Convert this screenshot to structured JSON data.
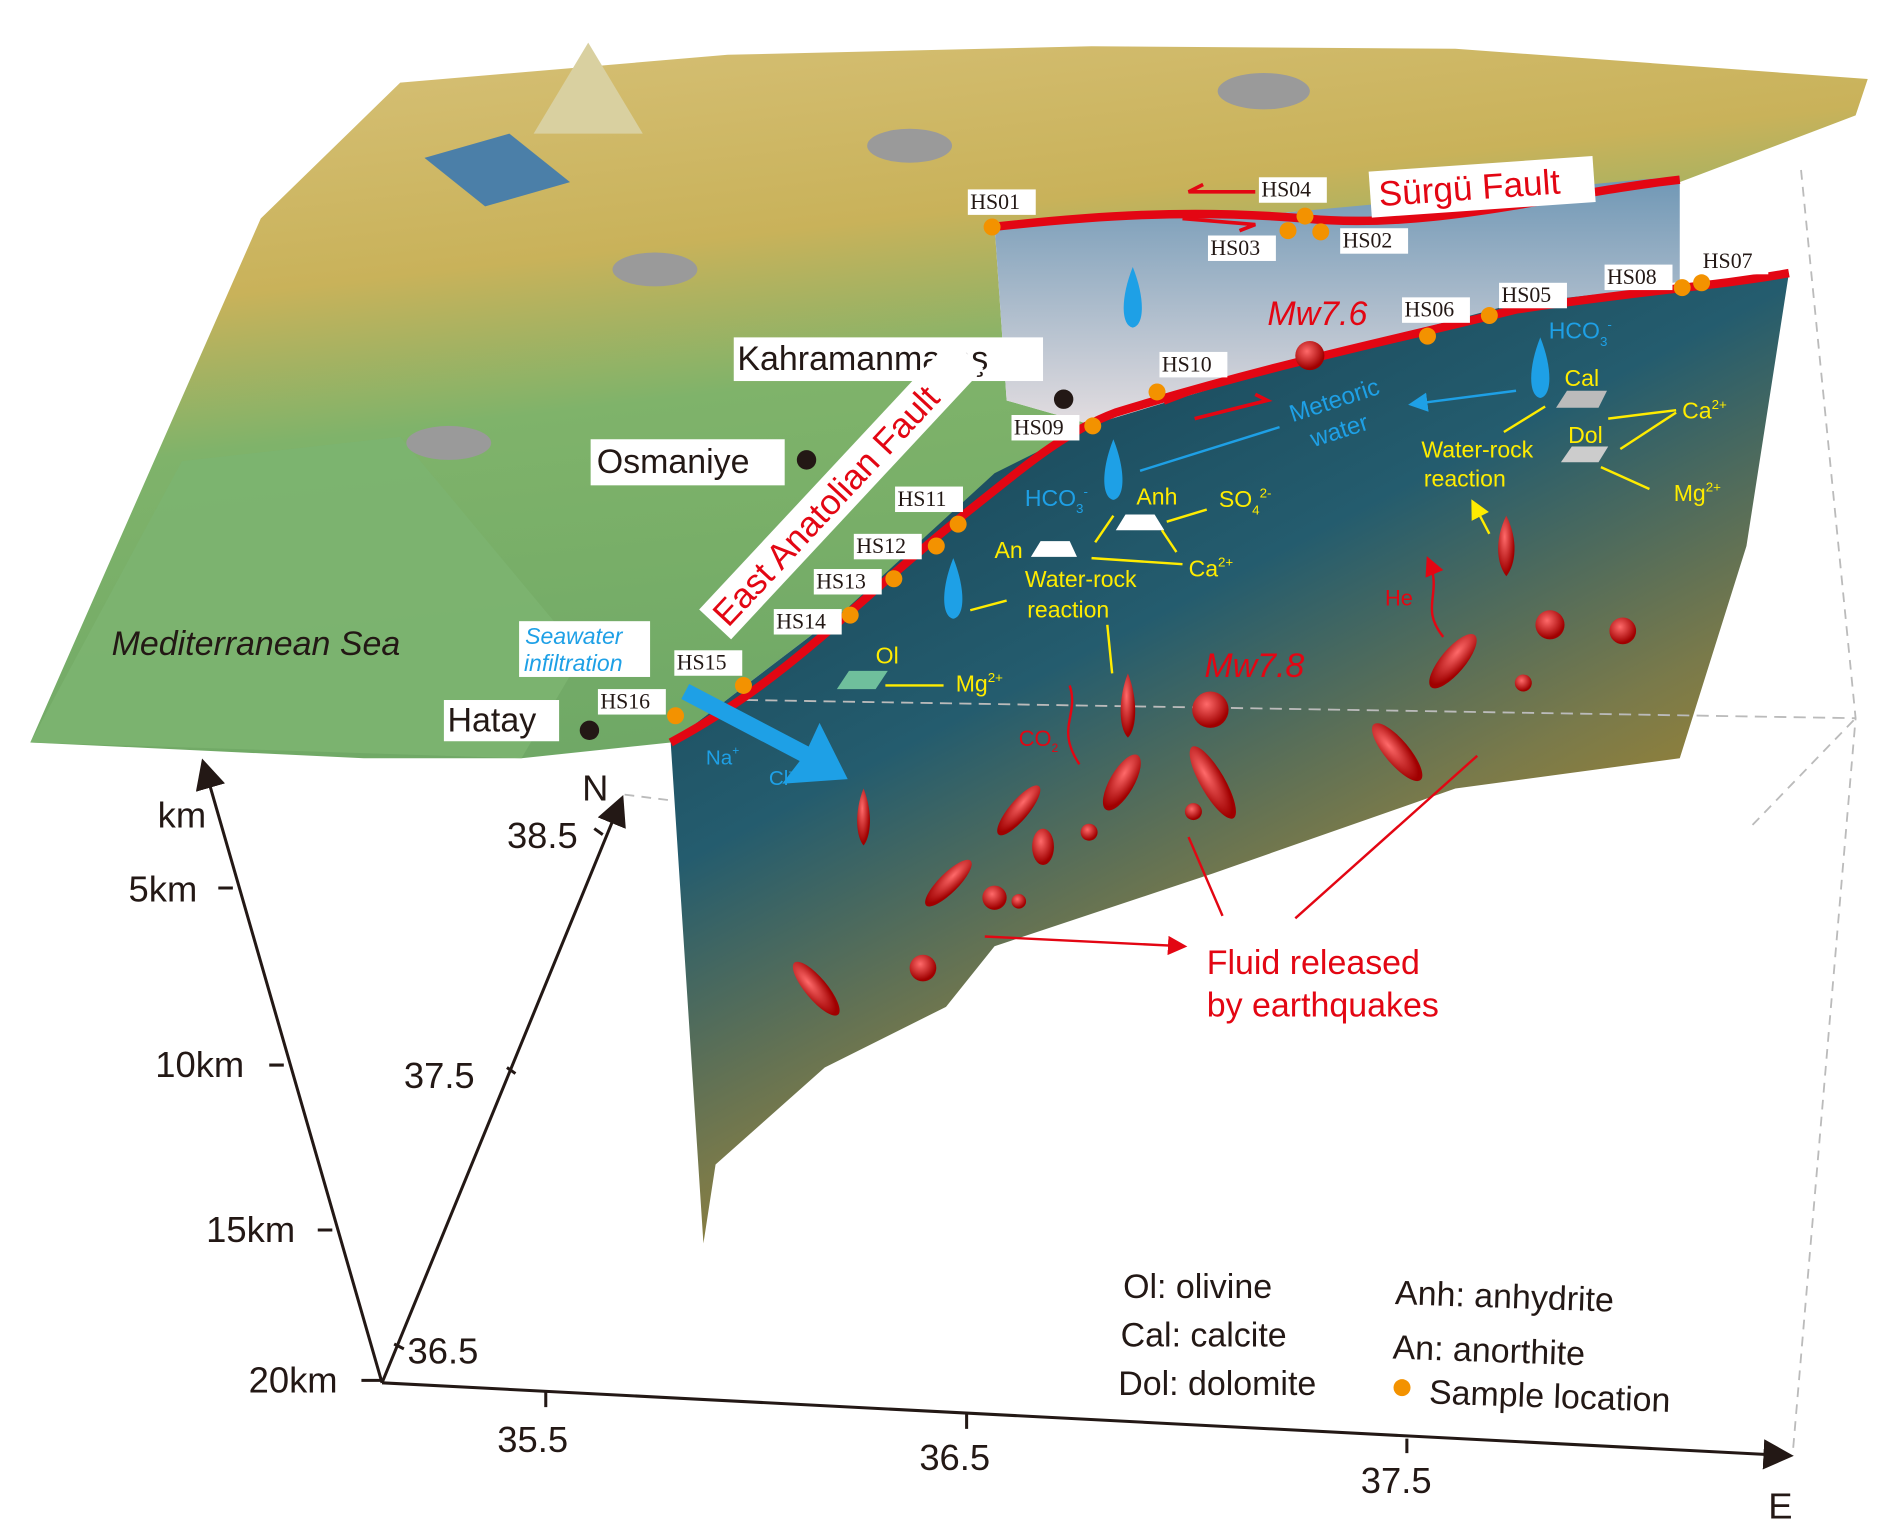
{
  "colors": {
    "fault": "#e30613",
    "sample": "#f39200",
    "yellow": "#ffec00",
    "blue": "#1ea0e6",
    "quake": "#e30613",
    "panel_top": "#163f52",
    "panel_bottom": "#c8901a"
  },
  "map": {
    "sea_label": "Mediterranean Sea",
    "seawater": [
      "Seawater",
      "infiltration"
    ],
    "cities": [
      "Kahramanmaraş",
      "Osmaniye",
      "Hatay"
    ],
    "faults": {
      "surgu": "Sürgü Fault",
      "eaf": "East Anatolian Fault"
    }
  },
  "samples": [
    "HS01",
    "HS02",
    "HS03",
    "HS04",
    "HS05",
    "HS06",
    "HS07",
    "HS08",
    "HS09",
    "HS10",
    "HS11",
    "HS12",
    "HS13",
    "HS14",
    "HS15",
    "HS16"
  ],
  "earthquakes": [
    "Mw7.6",
    "Mw7.8"
  ],
  "chemistry": {
    "meteoric": [
      "Meteoric",
      "water"
    ],
    "hco3": {
      "base": "HCO",
      "sub": "3",
      "sup": "-"
    },
    "so4": {
      "base": "SO",
      "sub": "4",
      "sup": "2-"
    },
    "ca": {
      "base": "Ca",
      "sup": "2+"
    },
    "mg": {
      "base": "Mg",
      "sup": "2+"
    },
    "na": {
      "base": "Na",
      "sup": "+"
    },
    "cl": {
      "base": "Cl",
      "sup": "-"
    },
    "co2": {
      "base": "CO",
      "sub": "2"
    },
    "he": "He",
    "minerals": {
      "anh": "Anh",
      "an": "An",
      "cal": "Cal",
      "dol": "Dol",
      "ol": "Ol"
    },
    "wrr": [
      "Water-rock",
      "reaction"
    ]
  },
  "fluid_label": [
    "Fluid released",
    "by earthquakes"
  ],
  "axes": {
    "depth_unit": "km",
    "depth_ticks": [
      "5km",
      "10km",
      "15km",
      "20km"
    ],
    "north_label": "N",
    "north_ticks": [
      "36.5",
      "37.5",
      "38.5"
    ],
    "east_label": "E",
    "east_ticks": [
      "35.5",
      "36.5",
      "37.5"
    ]
  },
  "legend": {
    "left": [
      "Ol: olivine",
      "Cal: calcite",
      "Dol: dolomite"
    ],
    "right": [
      "Anh: anhydrite",
      "An: anorthite"
    ],
    "sample": "Sample location"
  }
}
